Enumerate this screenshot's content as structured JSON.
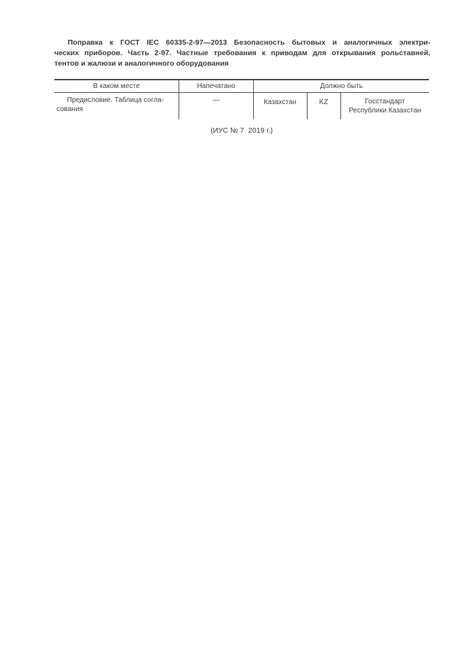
{
  "page": {
    "background": "#ffffff",
    "text_color": "#3d3d3d",
    "line_color": "#4b4b4b",
    "title_lines": [
      "Поправка к ГОСТ IEC 60335-2-97—2013 Безопасность бытовых и аналогичных электри-",
      "ческих приборов. Часть 2-97. Частные требования к приводам для открывания рольставней,",
      "тентов и жалюзи и аналогичного оборудования"
    ],
    "footer_note": "(ИУС № 7  2019 г.)"
  },
  "table": {
    "headers": {
      "place": "В каком месте",
      "printed": "Напечатано",
      "should_be": "Должно быть"
    },
    "row": {
      "place_lines": [
        "Предисловие. Таблица согла-",
        "сования"
      ],
      "printed": "—",
      "country": "Казахстан",
      "code": "KZ",
      "org_lines": [
        "Госстандарт",
        "Республики Казахстан"
      ]
    }
  }
}
